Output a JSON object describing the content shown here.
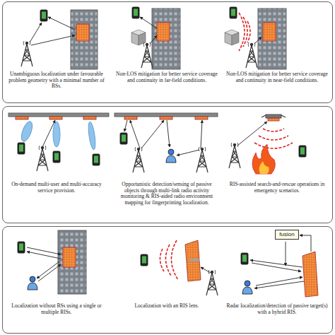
{
  "diagram": {
    "nodes": [
      {
        "text": [
          "Unambiguous localization under favourable problem geometry with a minimal number of BSs.",
          "Non-LOS mitigation for better service coverage and continuity in far-field conditions.",
          "Non-LOS mitigation for better service coverage and continuity in near-field conditions."
        ]
      },
      {
        "text": [
          "On-demand multi-user and multi-accuracy service provision.",
          "Opportunistic detection/sensing of passive objects through multi-link radio activity monitoring & RIS-aided radio environment mapping for fingerprinting localization.",
          "RIS-assisted search-and-rescue operations in emergency scenarios."
        ]
      },
      {
        "text": [
          "Localization without BSs using a single or multiple RISs.",
          "Localization with an RIS lens.",
          "Radar localization/detection of passive target(s) with a hybrid RIS."
        ]
      },
      {
        "text": [
          "fusion"
        ],
        "in": 2
      }
    ]
  }
}
